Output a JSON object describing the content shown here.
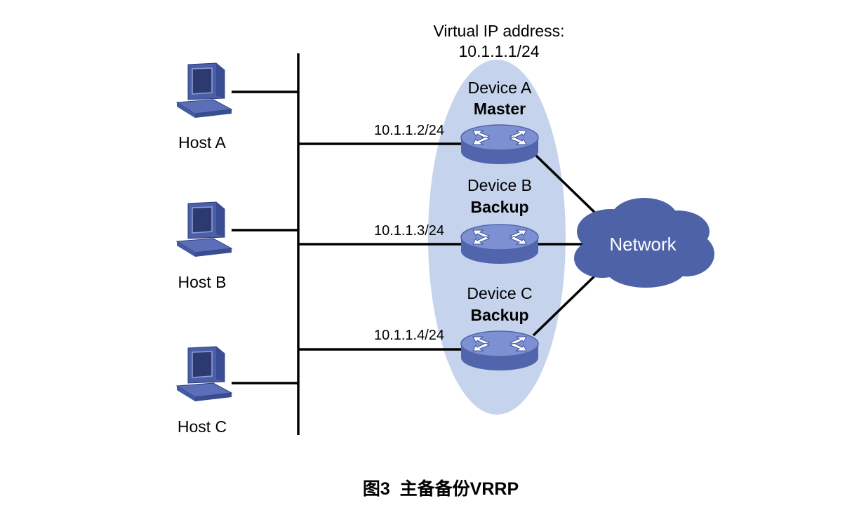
{
  "virtual_ip": {
    "label": "Virtual IP address:",
    "address": "10.1.1.1/24"
  },
  "hosts": [
    {
      "name": "Host A"
    },
    {
      "name": "Host B"
    },
    {
      "name": "Host C"
    }
  ],
  "devices": [
    {
      "name": "Device A",
      "role": "Master",
      "ip": "10.1.1.2/24"
    },
    {
      "name": "Device B",
      "role": "Backup",
      "ip": "10.1.1.3/24"
    },
    {
      "name": "Device C",
      "role": "Backup",
      "ip": "10.1.1.4/24"
    }
  ],
  "network": {
    "label": "Network"
  },
  "caption": "图3  主备备份VRRP",
  "colors": {
    "vrrp_group_fill": "#c5d3ec",
    "device_body": "#5b6fb3",
    "device_top": "#7a8fd0",
    "network_cloud": "#4e62a8",
    "host": "#4a5fa8",
    "line": "#000000"
  }
}
